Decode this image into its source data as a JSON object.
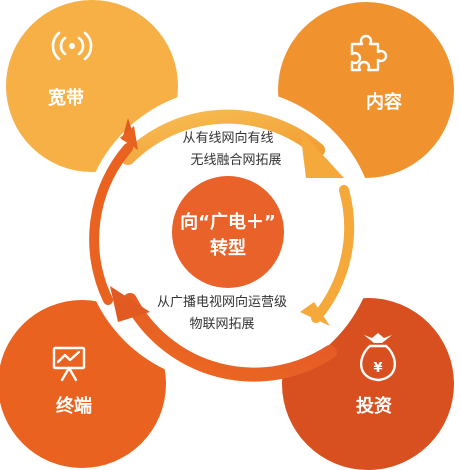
{
  "center": {
    "line1": "向“广电＋”",
    "line2": "转型"
  },
  "quadrants": {
    "top_left": {
      "label": "宽带",
      "icon": "broadcast-signal-icon",
      "color": "#f6b046"
    },
    "top_right": {
      "label": "内容",
      "icon": "puzzle-piece-icon",
      "color": "#f0932f"
    },
    "bottom_left": {
      "label": "终端",
      "icon": "presentation-chart-icon",
      "color": "#e9621f"
    },
    "bottom_right": {
      "label": "投资",
      "icon": "money-bag-yen-icon",
      "color": "#d84f20"
    }
  },
  "arrows": {
    "top": {
      "line1": "从有线网向有线",
      "line2": "无线融合网拓展",
      "color": "#f5a93a"
    },
    "bottom": {
      "line1": "从广播电视网向运营级",
      "line2": "物联网拓展",
      "color": "#e05a22"
    }
  },
  "icon_glyphs": {
    "yen": "¥"
  },
  "colors": {
    "center": "#e8622a",
    "ring": "#ffffff"
  }
}
